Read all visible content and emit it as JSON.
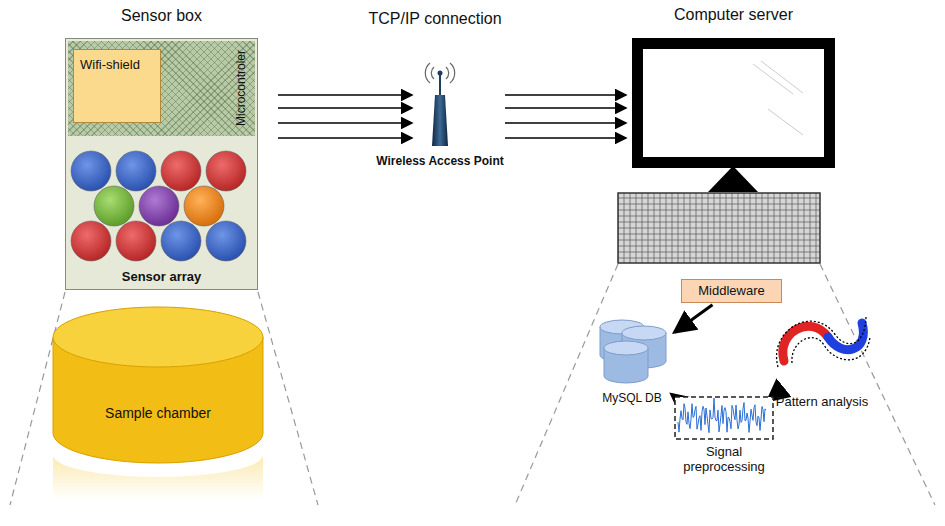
{
  "diagram": {
    "nodes": [
      {
        "text": [
          "Sensor box",
          "Sensor array"
        ]
      },
      {
        "text": [
          "Microcontroler"
        ],
        "in": 0
      },
      {
        "text": [
          "Wifi-shield"
        ],
        "in": 1
      },
      {
        "text": [
          "Sample chamber"
        ]
      },
      {
        "text": [
          "Wireless Access Point"
        ]
      },
      {
        "text": [
          "Computer server"
        ]
      },
      {
        "text": [
          "Middleware"
        ]
      },
      {
        "text": [
          "MySQL DB"
        ]
      },
      {
        "text": [
          "Signal preprocessing"
        ]
      },
      {
        "text": [
          "Pattern analysis"
        ]
      }
    ],
    "edges": [
      {
        "from": 0,
        "to": 4,
        "arrow": "to"
      },
      {
        "from": 0,
        "to": 4,
        "arrow": "to"
      },
      {
        "from": 0,
        "to": 4,
        "arrow": "to"
      },
      {
        "from": 0,
        "to": 4,
        "arrow": "to"
      },
      {
        "from": 4,
        "to": 5,
        "arrow": "to"
      },
      {
        "from": 4,
        "to": 5,
        "arrow": "to"
      },
      {
        "from": 4,
        "to": 5,
        "arrow": "to"
      },
      {
        "from": 4,
        "to": 5,
        "arrow": "to"
      },
      {
        "from": 6,
        "to": 7,
        "arrow": "to"
      },
      {
        "from": 7,
        "to": 8,
        "arrow": "to"
      },
      {
        "from": 8,
        "to": 9,
        "arrow": "to"
      }
    ],
    "labels": [
      "TCP/IP connection"
    ]
  }
}
